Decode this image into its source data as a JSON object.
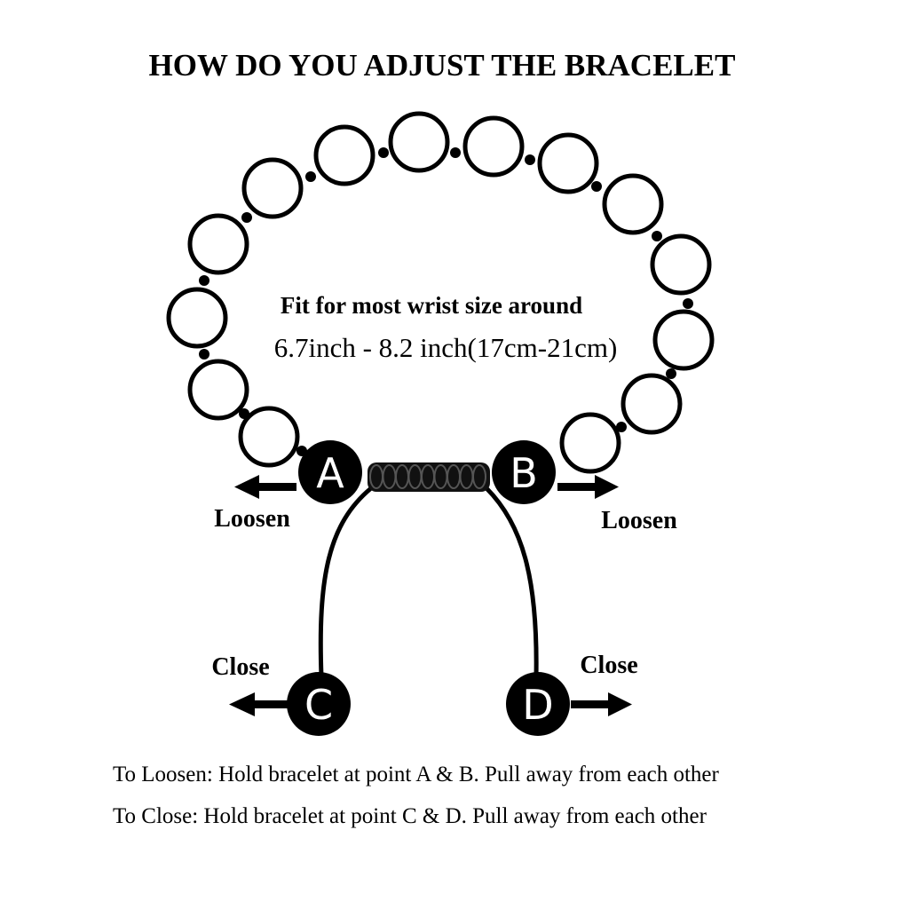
{
  "title": "HOW DO YOU ADJUST THE BRACELET",
  "fit": {
    "line1": "Fit for most wrist size around",
    "line2": "6.7inch - 8.2 inch(17cm-21cm)"
  },
  "points": {
    "a": "A",
    "b": "B",
    "c": "C",
    "d": "D"
  },
  "actions": {
    "loosen_left": "Loosen",
    "loosen_right": "Loosen",
    "close_left": "Close",
    "close_right": "Close"
  },
  "instructions": {
    "loosen": "To Loosen: Hold bracelet at point A & B. Pull away from each other",
    "close": "To Close: Hold bracelet at point C & D. Pull away from each other"
  },
  "colors": {
    "ink": "#000000",
    "background": "#ffffff"
  }
}
